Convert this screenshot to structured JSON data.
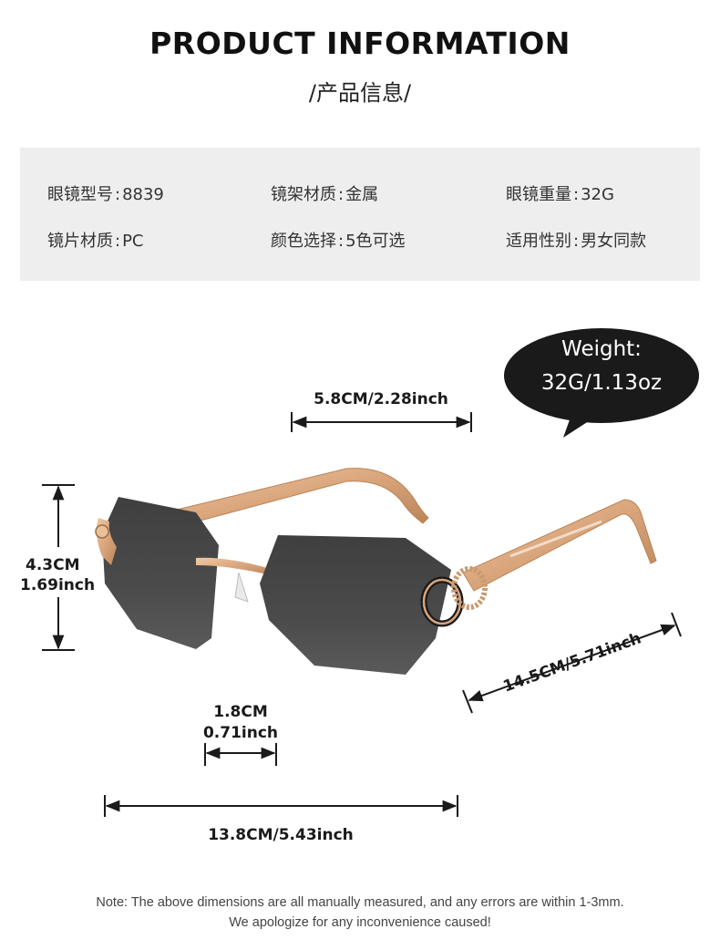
{
  "header": {
    "title": "PRODUCT INFORMATION",
    "subtitle": "/产品信息/"
  },
  "specs": [
    {
      "label": "眼镜型号",
      "sep": ":",
      "value": "8839"
    },
    {
      "label": "镜架材质",
      "sep": ":",
      "value": "金属"
    },
    {
      "label": "眼镜重量",
      "sep": ":",
      "value": "32G"
    },
    {
      "label": "镜片材质",
      "sep": ":",
      "value": "PC"
    },
    {
      "label": "颜色选择",
      "sep": ":",
      "value": "5色可选"
    },
    {
      "label": "适用性别",
      "sep": ":",
      "value": "男女同款"
    }
  ],
  "weight_bubble": {
    "line1": "Weight:",
    "line2": "32G/1.13oz"
  },
  "dimensions": {
    "lens_width": "5.8CM/2.28inch",
    "lens_height_cm": "4.3CM",
    "lens_height_inch": "1.69inch",
    "bridge_cm": "1.8CM",
    "bridge_inch": "0.71inch",
    "frame_width": "13.8CM/5.43inch",
    "temple_length": "14.5CM/5.71inch"
  },
  "note": {
    "line1": "Note: The above dimensions are all manually measured, and any errors are within 1-3mm.",
    "line2": "We apologize for any inconvenience caused!"
  },
  "colors": {
    "lens": "#4a4a4a",
    "gold": "#d9a47a",
    "bubble": "#1a1a1a",
    "spec_bg": "#eeeeee"
  }
}
